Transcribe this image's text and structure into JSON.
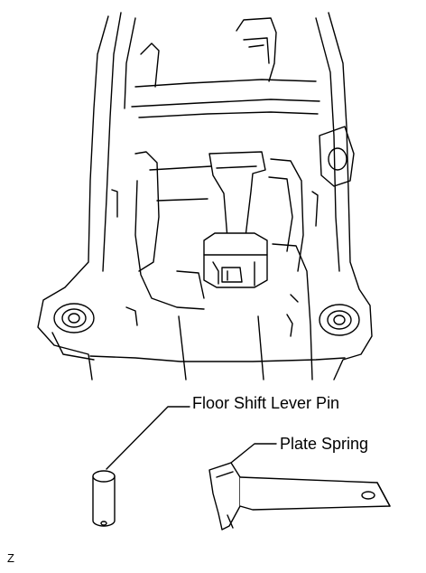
{
  "labels": {
    "pin": "Floor Shift Lever Pin",
    "spring": "Plate Spring",
    "code": "Z"
  },
  "colors": {
    "stroke": "#000000",
    "fill": "#ffffff",
    "shade": "#e6e6e6"
  }
}
